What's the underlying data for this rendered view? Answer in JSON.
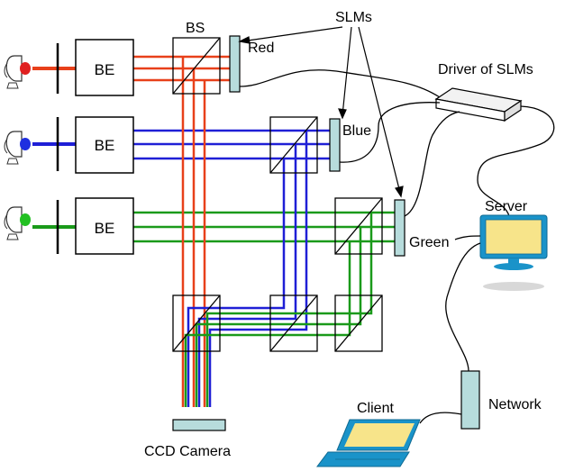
{
  "labels": {
    "be": "BE",
    "bs": "BS",
    "slms": "SLMs",
    "red": "Red",
    "blue": "Blue",
    "green": "Green",
    "driver": "Driver of SLMs",
    "server": "Server",
    "network": "Network",
    "client": "Client",
    "ccd": "CCD Camera"
  },
  "colors": {
    "red_beam": "#e8401a",
    "blue_beam": "#1f1fd6",
    "green_beam": "#1a9a1a",
    "slm_fill": "#b7dcdc",
    "screen_yellow": "#f7e48a",
    "screen_frame": "#1a93c9",
    "outline": "#000000"
  }
}
